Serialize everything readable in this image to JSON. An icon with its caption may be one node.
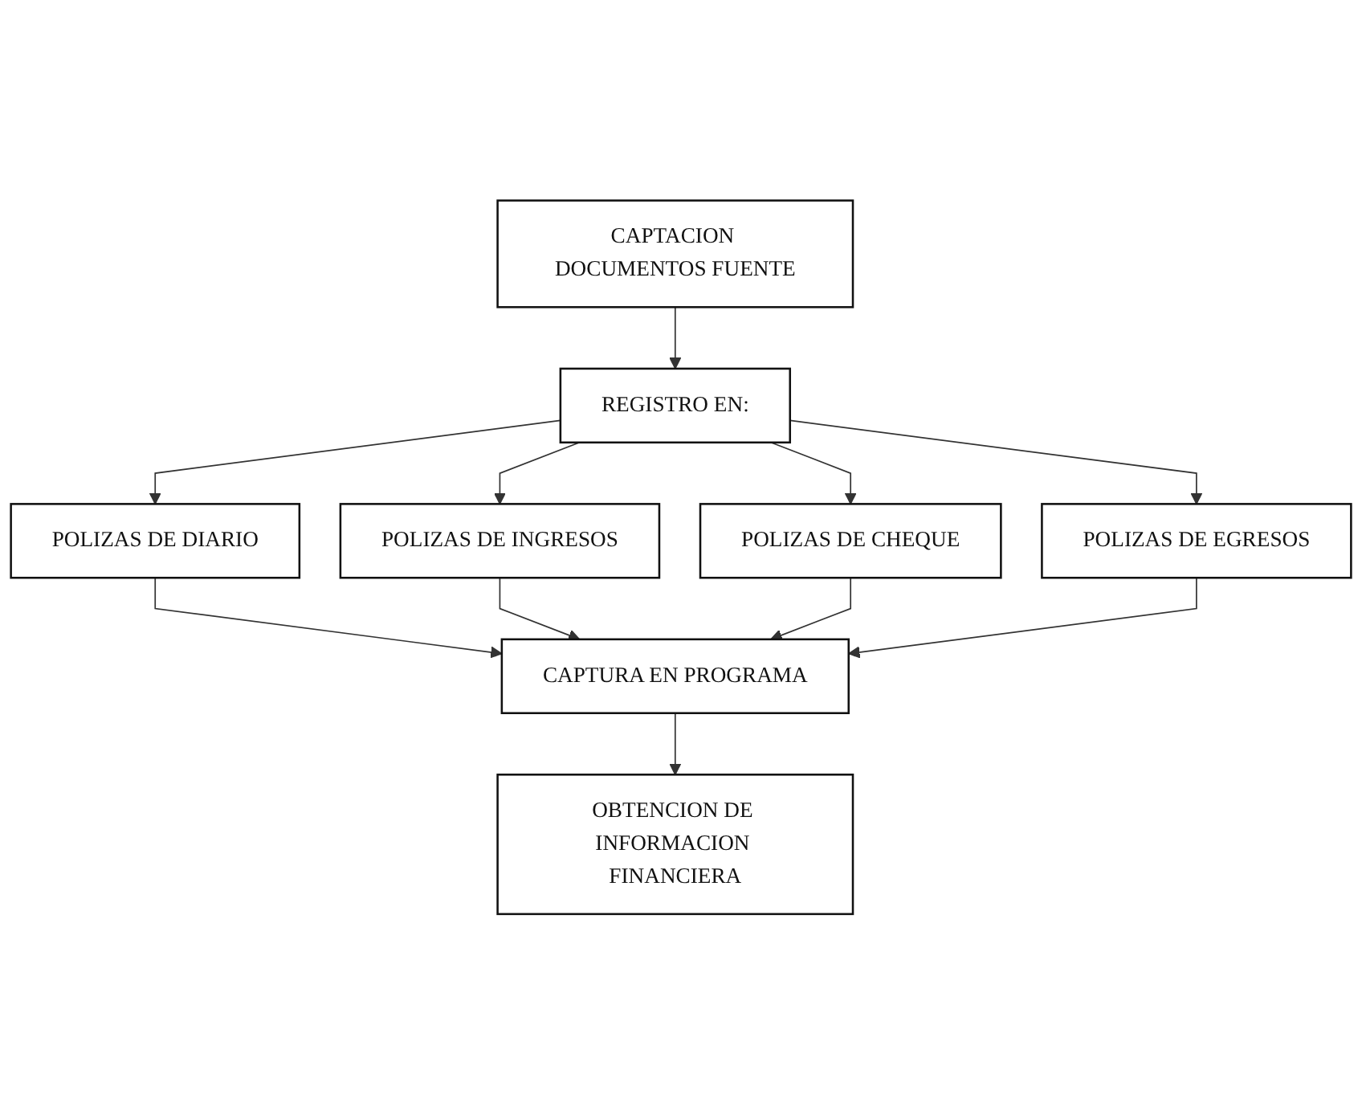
{
  "diagram": {
    "nodes": [
      {
        "text": [
          "CAPTACION DOCUMENTOS FUENTE"
        ]
      },
      {
        "text": [
          "REGISTRO EN:"
        ]
      },
      {
        "text": [
          "POLIZAS DE DIARIO"
        ]
      },
      {
        "text": [
          "POLIZAS DE INGRESOS"
        ]
      },
      {
        "text": [
          "POLIZAS DE CHEQUE"
        ]
      },
      {
        "text": [
          "POLIZAS DE EGRESOS"
        ]
      },
      {
        "text": [
          "CAPTURA EN PROGRAMA"
        ]
      },
      {
        "text": [
          "OBTENCION DE INFORMACION FINANCIERA"
        ]
      }
    ],
    "edges": [
      {
        "from": 0,
        "to": 1,
        "arrow": "to"
      },
      {
        "from": 1,
        "to": 2,
        "arrow": "to"
      },
      {
        "from": 1,
        "to": 3,
        "arrow": "to"
      },
      {
        "from": 1,
        "to": 4,
        "arrow": "to"
      },
      {
        "from": 1,
        "to": 5,
        "arrow": "to"
      },
      {
        "from": 2,
        "to": 6,
        "arrow": "to"
      },
      {
        "from": 3,
        "to": 6,
        "arrow": "to"
      },
      {
        "from": 4,
        "to": 6,
        "arrow": "to"
      },
      {
        "from": 5,
        "to": 6,
        "arrow": "to"
      },
      {
        "from": 6,
        "to": 7,
        "arrow": "to"
      }
    ]
  }
}
